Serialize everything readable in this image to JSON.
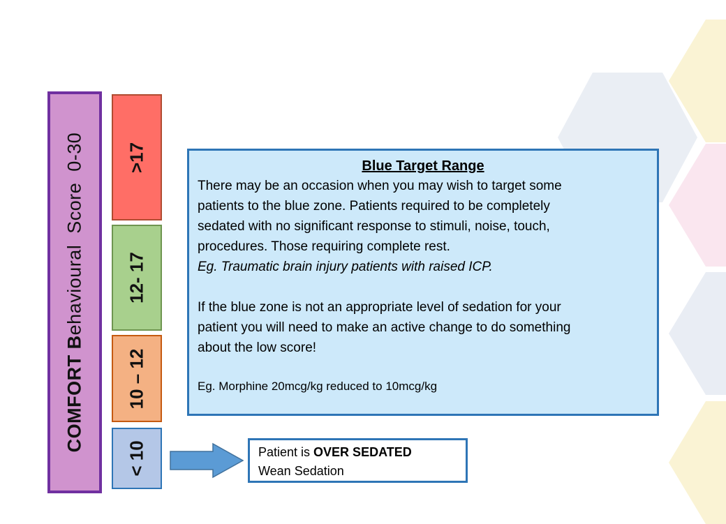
{
  "colors": {
    "slide_background": "#FFFFFF",
    "scale_bar_fill": "#D093CE",
    "scale_bar_border": "#7030A0",
    "info_box_fill": "#CDE9FA",
    "info_box_border": "#2E75B6",
    "callout_border": "#2E75B6",
    "callout_fill": "#FFFFFF",
    "arrow_fill": "#5B9BD5",
    "arrow_border": "#41719C",
    "hex_yellow": "#FAF3D4",
    "hex_pink": "#FAE6EF",
    "hex_blue_gray": "#E9EDF4",
    "text": "#000000"
  },
  "scale_bar": {
    "label_bold": "COMFORT B",
    "label_rest": "ehavioural  Score  0-30"
  },
  "zones": [
    {
      "label": ">17",
      "fill": "#FF6E66",
      "border": "#B04B30"
    },
    {
      "label": "12- 17",
      "fill": "#A8D08D",
      "border": "#6E9550"
    },
    {
      "label": "10 – 12",
      "fill": "#F4B183",
      "border": "#C55A11"
    },
    {
      "label": "< 10",
      "fill": "#B4C7E7",
      "border": "#2E75B6"
    }
  ],
  "info_box": {
    "title": "Blue Target Range",
    "para1": "There may be an occasion when you may wish to target some\npatients to the blue zone. Patients required to be completely\nsedated with no significant response to stimuli, noise, touch,\nprocedures. Those requiring complete rest.",
    "example_italic": "Eg. Traumatic brain injury patients with raised ICP.",
    "para2": "If the blue zone is not an appropriate level of sedation for your\npatient you will need to make an active change to do something\nabout the low score!",
    "example_dose": "Eg. Morphine 20mcg/kg reduced to 10mcg/kg"
  },
  "callout": {
    "line1_prefix": "Patient is ",
    "line1_bold": "OVER SEDATED",
    "line2": "Wean Sedation"
  }
}
